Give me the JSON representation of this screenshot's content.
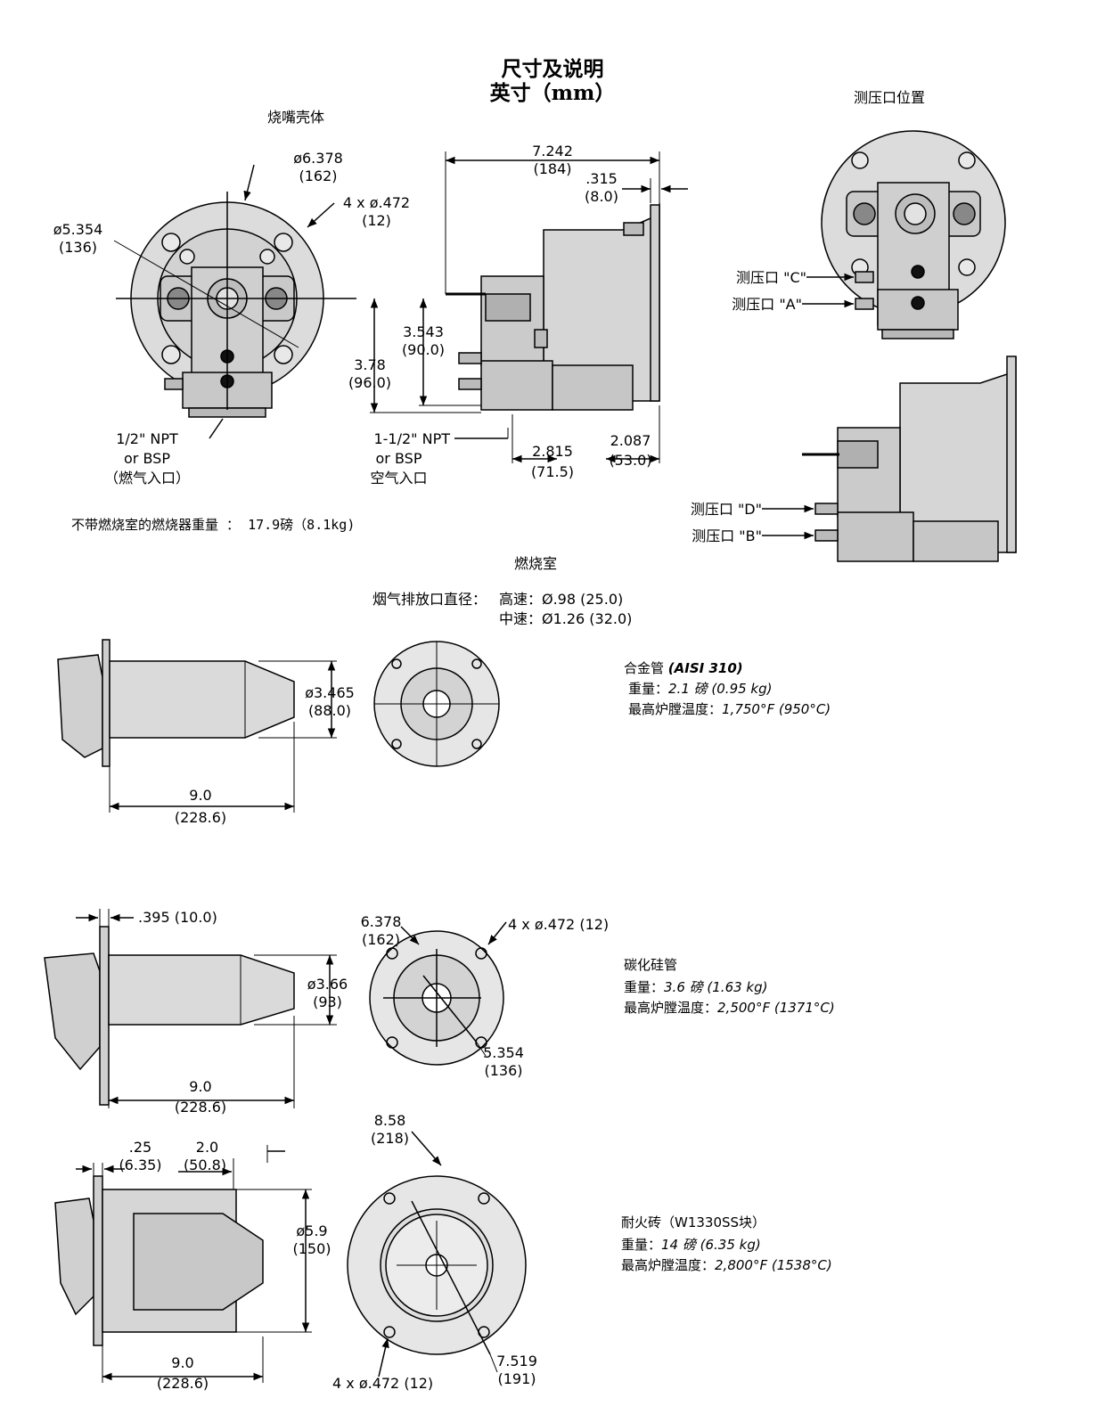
{
  "header": {
    "title_line1": "尺寸及说明",
    "title_line2": "英寸（mm）",
    "housing_label": "烧嘴壳体",
    "tap_location_label": "测压口位置"
  },
  "housing_front": {
    "d_outer": "ø6.378",
    "d_outer_mm": "(162)",
    "holes": "4 x ø.472",
    "holes_mm": "(12)",
    "d_bolt": "ø5.354",
    "d_bolt_mm": "(136)",
    "gas_inlet_1": "1/2\" NPT",
    "gas_inlet_2": "or BSP",
    "gas_inlet_3": "（燃气入口）"
  },
  "housing_side": {
    "length": "7.242",
    "length_mm": "(184)",
    "flange": ".315",
    "flange_mm": "(8.0)",
    "h1": "3.543",
    "h1_mm": "(90.0)",
    "h2": "3.78",
    "h2_mm": "(96.0)",
    "air_inlet_1": "1-1/2\" NPT",
    "air_inlet_2": "or BSP",
    "air_inlet_3": "空气入口",
    "w1": "2.815",
    "w1_mm": "(71.5)",
    "w2": "2.087",
    "w2_mm": "(53.0)"
  },
  "taps": {
    "c": "测压口 \"C\"",
    "a": "测压口 \"A\"",
    "d": "测压口 \"D\"",
    "b": "测压口 \"B\""
  },
  "weight_note": "不带燃烧室的燃烧器重量 ： 17.9磅（8.1kg)",
  "combustor": {
    "heading": "燃烧室",
    "exhaust_label": "烟气排放口直径：",
    "high_speed": "高速：Ø.98 (25.0)",
    "mid_speed": "中速：Ø1.26 (32.0)"
  },
  "alloy": {
    "dia": "ø3.465",
    "dia_mm": "(88.0)",
    "len": "9.0",
    "len_mm": "(228.6)",
    "name": "合金管",
    "grade": "(AISI 310)",
    "weight_label": "重量：",
    "weight": "2.1 磅 (0.95 kg)",
    "temp_label": "最高炉膛温度：",
    "temp": "1,750°F (950°C)"
  },
  "sic": {
    "flange": ".395 (10.0)",
    "d_outer": "6.378",
    "d_outer_mm": "(162)",
    "holes": "4 x ø.472 (12)",
    "dia": "ø3.66",
    "dia_mm": "(93)",
    "d_bolt": "5.354",
    "d_bolt_mm": "(136)",
    "len": "9.0",
    "len_mm": "(228.6)",
    "name": "碳化硅管",
    "weight_label": "重量：",
    "weight": "3.6 磅 (1.63 kg)",
    "temp_label": "最高炉膛温度：",
    "temp": "2,500°F (1371°C)"
  },
  "refractory": {
    "flange": ".25",
    "flange_mm": "(6.35)",
    "depth": "2.0",
    "depth_mm": "(50.8)",
    "d_outer": "8.58",
    "d_outer_mm": "(218)",
    "dia": "ø5.9",
    "dia_mm": "(150)",
    "len": "9.0",
    "len_mm": "(228.6)",
    "holes": "4 x ø.472 (12)",
    "d_bolt": "7.519",
    "d_bolt_mm": "(191)",
    "name": "耐火砖（W1330SS块）",
    "weight_label": "重量：",
    "weight": "14 磅 (6.35 kg)",
    "temp_label": "最高炉膛温度：",
    "temp": "2,800°F (1538°C)"
  }
}
